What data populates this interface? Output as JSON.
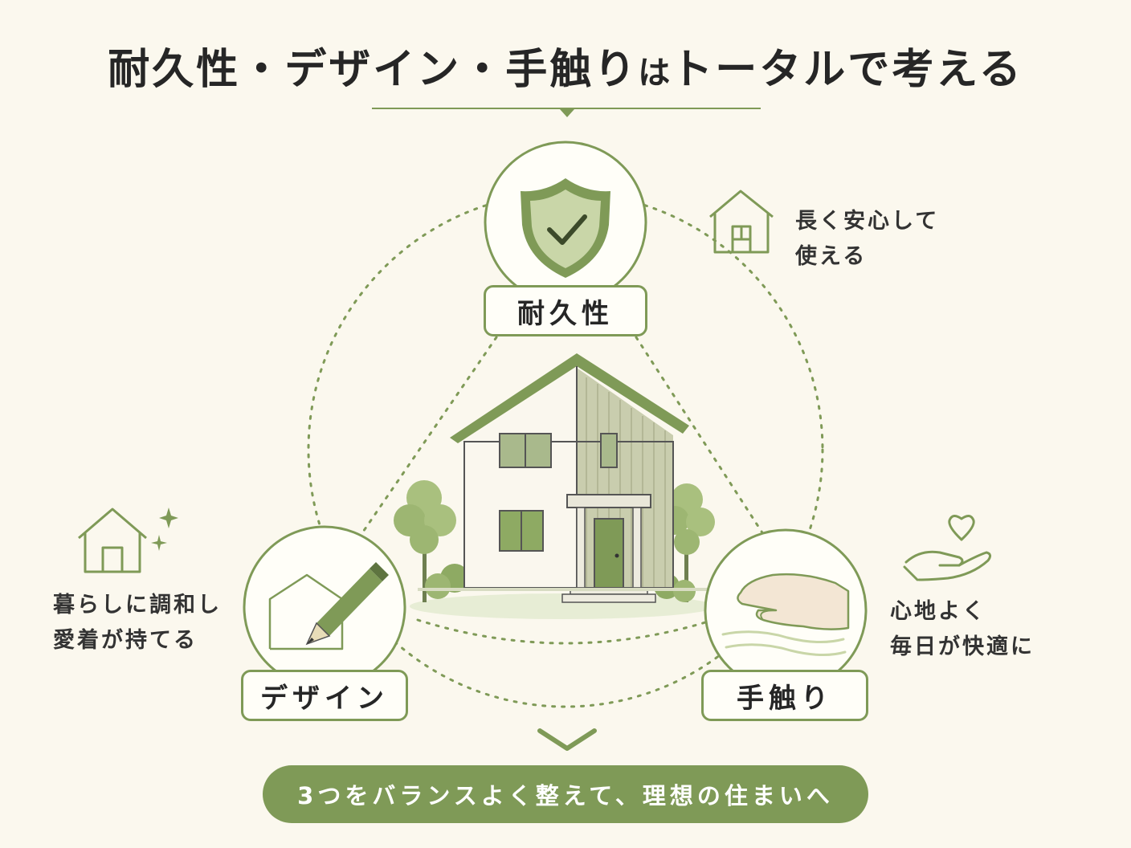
{
  "title": {
    "main": "耐久性・デザイン・手触り",
    "particle": "は",
    "rest": "トータルで考える"
  },
  "pillars": {
    "durability": {
      "label": "耐久性",
      "note_line1": "長く安心して",
      "note_line2": "使える"
    },
    "design": {
      "label": "デザイン",
      "note_line1": "暮らしに調和し",
      "note_line2": "愛着が持てる"
    },
    "texture": {
      "label": "手触り",
      "note_line1": "心地よく",
      "note_line2": "毎日が快適に"
    }
  },
  "footer": {
    "message": "3つをバランスよく整えて、理想の住まいへ"
  },
  "icons": [
    "shield-check-icon",
    "house-outline-icon",
    "house-sparkle-icon",
    "pencil-house-icon",
    "hand-surface-icon",
    "heart-hand-icon",
    "chevron-down-icon"
  ],
  "colors": {
    "accent": "#7F9A57",
    "accent_light": "#C9D6A8",
    "background": "#FBF8EE",
    "text": "#262626"
  }
}
